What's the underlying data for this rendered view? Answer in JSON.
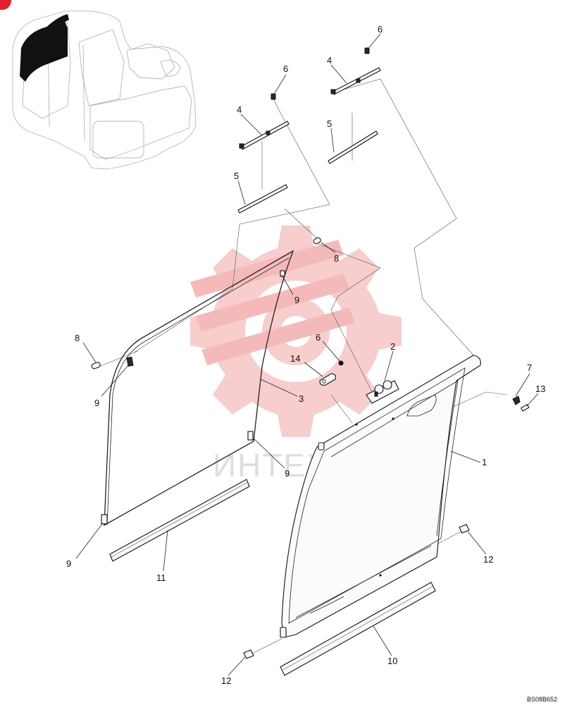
{
  "diagram": {
    "watermark_text": "ИНТЕХ",
    "drawing_code": "BS08B652",
    "callouts": [
      {
        "id": "c6a",
        "label": "6"
      },
      {
        "id": "c4a",
        "label": "4"
      },
      {
        "id": "c5a",
        "label": "5"
      },
      {
        "id": "c6b",
        "label": "6"
      },
      {
        "id": "c4b",
        "label": "4"
      },
      {
        "id": "c5b",
        "label": "5"
      },
      {
        "id": "c8a",
        "label": "8"
      },
      {
        "id": "c9a",
        "label": "9"
      },
      {
        "id": "c8b",
        "label": "8"
      },
      {
        "id": "c9b",
        "label": "9"
      },
      {
        "id": "c6c",
        "label": "6"
      },
      {
        "id": "c14",
        "label": "14"
      },
      {
        "id": "c2",
        "label": "2"
      },
      {
        "id": "c3",
        "label": "3"
      },
      {
        "id": "c7",
        "label": "7"
      },
      {
        "id": "c13",
        "label": "13"
      },
      {
        "id": "c9c",
        "label": "9"
      },
      {
        "id": "c1",
        "label": "1"
      },
      {
        "id": "c9d",
        "label": "9"
      },
      {
        "id": "c11",
        "label": "11"
      },
      {
        "id": "c12a",
        "label": "12"
      },
      {
        "id": "c10",
        "label": "10"
      },
      {
        "id": "c12b",
        "label": "12"
      }
    ]
  }
}
